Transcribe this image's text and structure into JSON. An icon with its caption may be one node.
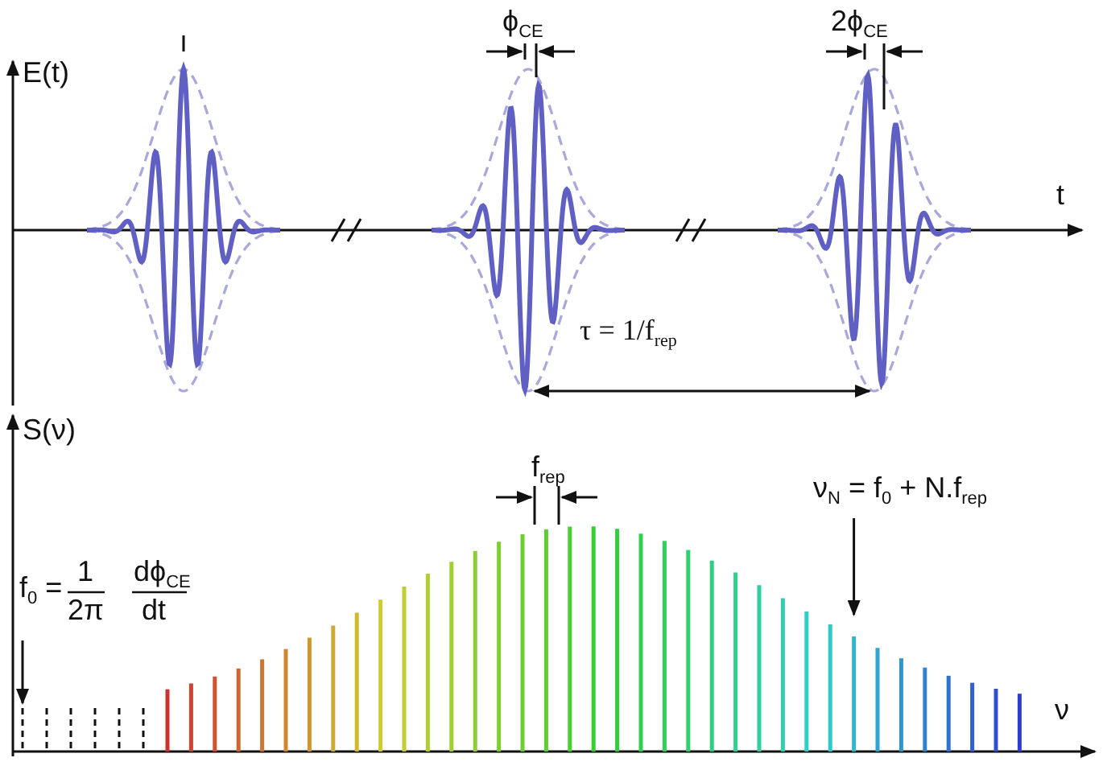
{
  "diagram": {
    "nodes": [
      {
        "text": [
          "ν$_{N}$ = f$_{0}$ + N.f$_{rep}$"
        ]
      },
      {
        "text": [
          "f$_{0}$ =",
          "1",
          "2π",
          "dϕ$_{CE}$",
          "dt"
        ]
      }
    ],
    "edges": [
      {
        "from": 0,
        "to": null,
        "arrow": "to"
      },
      {
        "from": 1,
        "to": null,
        "arrow": "to"
      }
    ],
    "labels": [
      "E(t)",
      "t",
      "ϕ$_{CE}$",
      "2ϕ$_{CE}$",
      "τ = 1/f$_{rep}$",
      "S(ν)",
      "f$_{rep}$",
      "ν"
    ]
  }
}
